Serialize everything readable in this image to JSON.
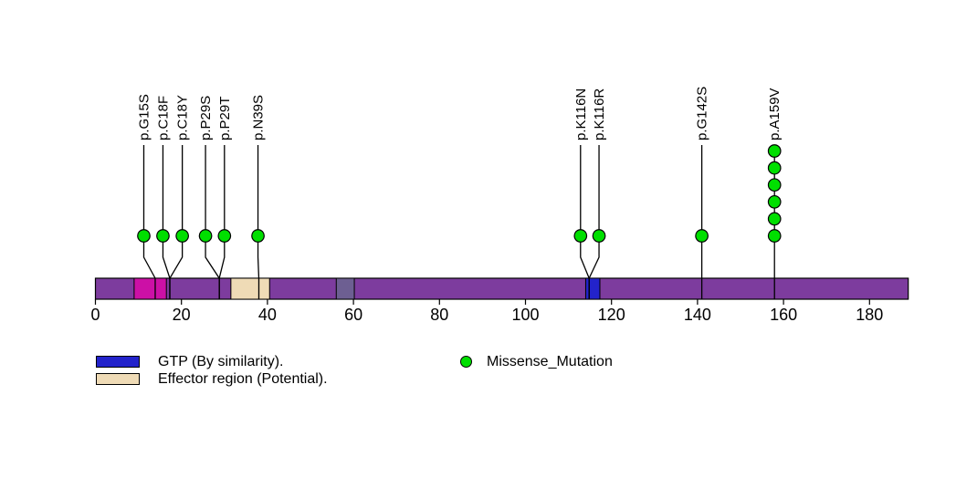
{
  "chart_data": {
    "type": "lollipop",
    "title": "",
    "xlabel": "",
    "ylabel": "",
    "protein_length": 189,
    "axis_ticks": [
      0,
      20,
      40,
      60,
      80,
      100,
      120,
      140,
      160,
      180
    ],
    "bar_color": "#7D3C9E",
    "backbone_outline": "#000000",
    "domains": [
      {
        "name": "region-magenta",
        "start": 9,
        "end": 16.5,
        "color": "#CC10A6"
      },
      {
        "name": "effector-region",
        "start": 31.5,
        "end": 40.5,
        "color": "#EFDBB6"
      },
      {
        "name": "region-gray",
        "start": 56,
        "end": 60.2,
        "color": "#6D5F92"
      },
      {
        "name": "gtp-region",
        "start": 114,
        "end": 117.3,
        "color": "#2323CB"
      }
    ],
    "mutation_color": "#00DF00",
    "mutations": [
      {
        "label": "p.G15S",
        "aa": 15,
        "count": 1,
        "disp": 11.25,
        "anchor": 13.9
      },
      {
        "label": "p.C18F",
        "aa": 18,
        "count": 1,
        "disp": 15.7,
        "anchor": 17.3
      },
      {
        "label": "p.C18Y",
        "aa": 18,
        "count": 1,
        "disp": 20.2,
        "anchor": 17.3
      },
      {
        "label": "p.P29S",
        "aa": 29,
        "count": 1,
        "disp": 25.6,
        "anchor": 28.8
      },
      {
        "label": "p.P29T",
        "aa": 29,
        "count": 1,
        "disp": 30.0,
        "anchor": 28.8
      },
      {
        "label": "p.N39S",
        "aa": 39,
        "count": 1,
        "disp": 37.8,
        "anchor": 38.0
      },
      {
        "label": "p.K116N",
        "aa": 116,
        "count": 1,
        "disp": 112.8,
        "anchor": 114.8
      },
      {
        "label": "p.K116R",
        "aa": 116,
        "count": 1,
        "disp": 117.1,
        "anchor": 114.8
      },
      {
        "label": "p.G142S",
        "aa": 142,
        "count": 1,
        "disp": 141.0,
        "anchor": 141.0
      },
      {
        "label": "p.A159V",
        "aa": 159,
        "count": 6,
        "disp": 157.9,
        "anchor": 157.9
      }
    ]
  },
  "legend": {
    "gtp_color": "#2323CB",
    "gtp_label": "GTP (By similarity).",
    "effector_color": "#EFDBB6",
    "effector_label": "Effector region (Potential).",
    "missense_color": "#00DF00",
    "missense_label": "Missense_Mutation"
  }
}
